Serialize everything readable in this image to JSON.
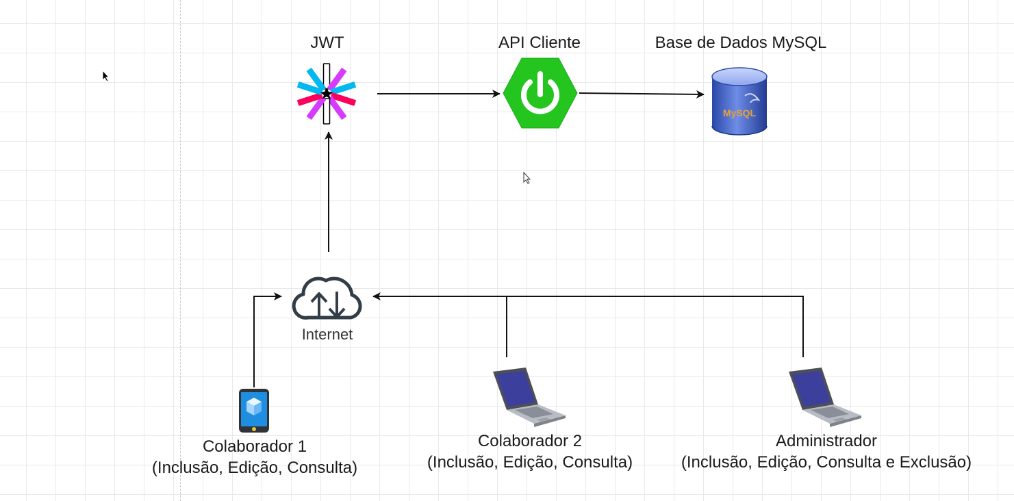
{
  "nodes": {
    "jwt": {
      "label": "JWT"
    },
    "api": {
      "label": "API Cliente"
    },
    "db": {
      "label": "Base de Dados MySQL",
      "logo_text": "MySQL"
    },
    "internet": {
      "label": "Internet"
    },
    "colab1": {
      "name": "Colaborador 1",
      "perms": "(Inclusão, Edição, Consulta)"
    },
    "colab2": {
      "name": "Colaborador 2",
      "perms": "(Inclusão, Edição, Consulta)"
    },
    "admin": {
      "name": "Administrador",
      "perms": "(Inclusão, Edição, Consulta e Exclusão)"
    }
  },
  "edges": [
    {
      "from": "colab1",
      "to": "internet"
    },
    {
      "from": "colab2",
      "to": "internet"
    },
    {
      "from": "admin",
      "to": "internet"
    },
    {
      "from": "internet",
      "to": "jwt"
    },
    {
      "from": "jwt",
      "to": "api"
    },
    {
      "from": "api",
      "to": "db"
    }
  ],
  "colors": {
    "spring_green": "#25c51f",
    "mysql_blue": "#3a5ec4",
    "line": "#111111"
  },
  "icons": [
    "jwt-icon",
    "spring-power-icon",
    "mysql-database-icon",
    "cloud-icon",
    "smartphone-icon",
    "laptop-icon",
    "cursor-icon"
  ]
}
